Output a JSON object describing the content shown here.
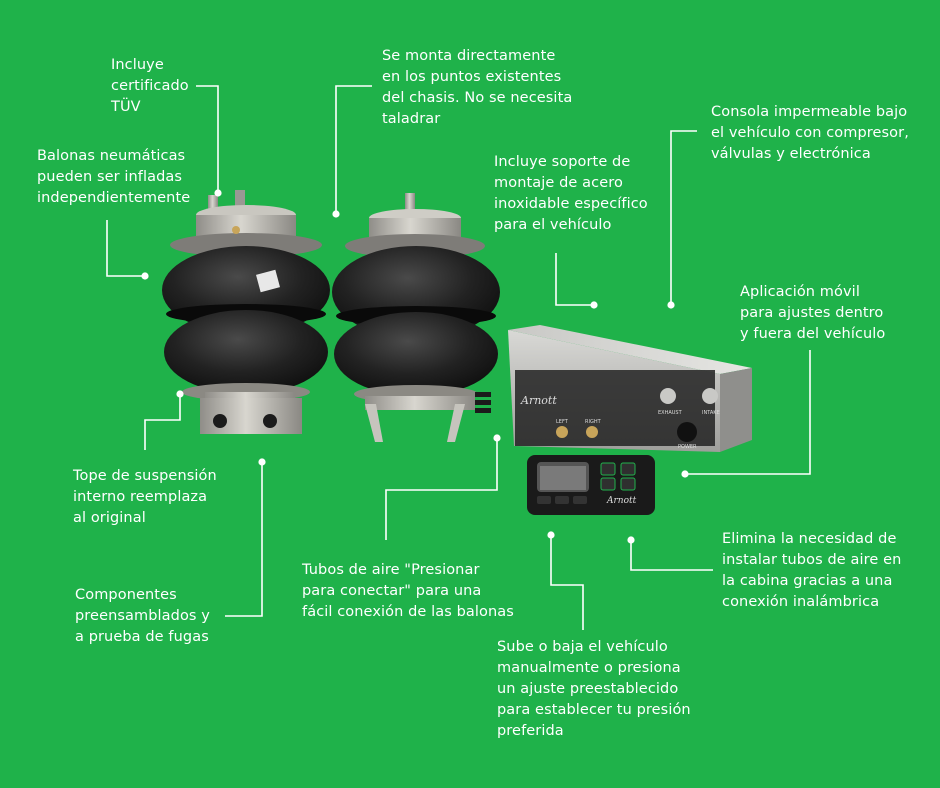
{
  "callouts": {
    "tuv": "Incluye\ncertificado\nTÜV",
    "chassis": "Se monta directamente\nen los puntos existentes\ndel chasis. No se necesita\ntaladrar",
    "console": "Consola impermeable bajo\nel vehículo con compresor,\nválvulas y electrónica",
    "independent": "Balonas neumáticas\npueden ser infladas\nindependientemente",
    "bracket": "Incluye soporte de\nmontaje de acero\ninoxidable específico\npara el vehículo",
    "app": "Aplicación móvil\npara ajustes dentro\ny fuera del vehículo",
    "bumpstop": "Tope de suspensión\ninterno reemplaza\nal original",
    "preassembled": "Componentes\npreensamblados y\na prueba de fugas",
    "pushconnect": "Tubos de aire \"Presionar\npara conectar\" para una\nfácil conexión de las balonas",
    "wireless": "Elimina la necesidad de\ninstalar tubos de aire en\nla cabina gracias a una\nconexión inalámbrica",
    "manual": "Sube o baja el vehículo\nmanualmente o presiona\nun ajuste preestablecido\npara establecer tu presión\npreferida"
  },
  "product": {
    "brand": "Arnott",
    "remote_brand": "Arnott",
    "port_exhaust": "EXHAUST",
    "port_intake": "INTAKE",
    "port_left": "LEFT",
    "port_right": "RIGHT",
    "port_power": "POWER"
  },
  "colors": {
    "background": "#1fb24a",
    "text": "#ffffff",
    "rubber": "#1c1c1c",
    "metal": "#b9b7b0"
  }
}
